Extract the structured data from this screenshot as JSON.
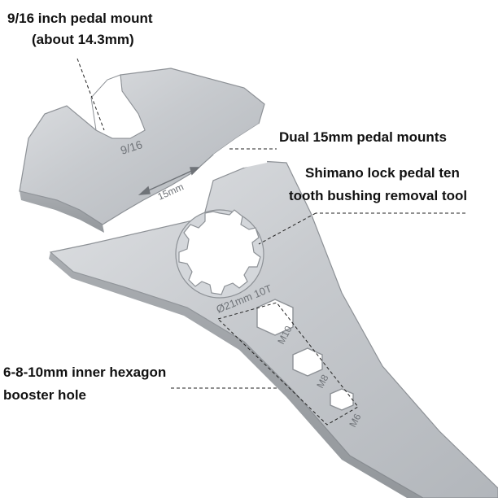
{
  "callouts": {
    "pedal_916": {
      "line1": "9/16 inch pedal mount",
      "line2": "(about 14.3mm)"
    },
    "dual_15mm": {
      "line1": "Dual 15mm pedal mounts"
    },
    "shimano": {
      "line1": "Shimano lock pedal ten",
      "line2": "tooth bushing removal tool"
    },
    "hexagon": {
      "line1": "6-8-10mm inner hexagon",
      "line2": "booster hole"
    }
  },
  "engravings": {
    "size_916": "9/16",
    "size_15mm": "15mm",
    "bushing": "Ø21mm 10T",
    "hex_m10": "M10",
    "hex_m8": "M8",
    "hex_m6": "M6"
  },
  "colors": {
    "steel_light": "#e3e5e7",
    "steel_mid": "#c9ccd0",
    "steel_dark": "#a9adb2",
    "text": "#111111",
    "leader_line": "#222222"
  },
  "icons": {
    "wrench": "pedal-wrench-icon",
    "arrow": "double-arrow-icon"
  }
}
